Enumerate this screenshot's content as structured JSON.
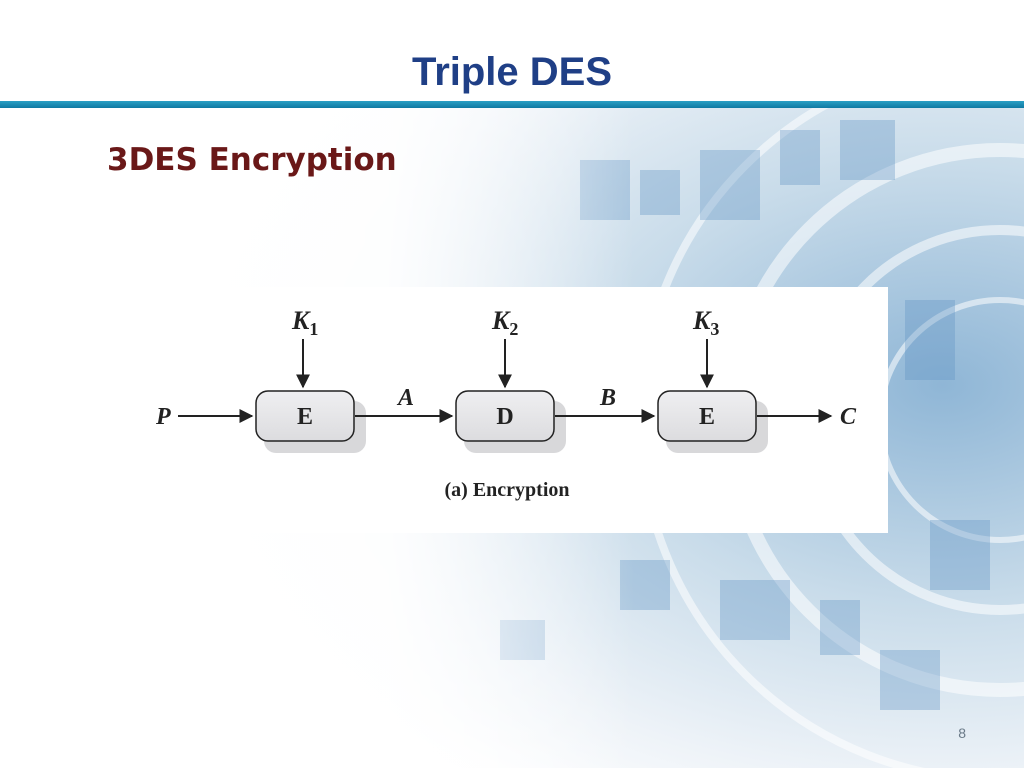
{
  "slide": {
    "title": "Triple DES",
    "subtitle": "3DES Encryption",
    "page_number": "8"
  },
  "diagram": {
    "input_label": "P",
    "output_label": "C",
    "stages": [
      {
        "box": "E",
        "key_main": "K",
        "key_sub": "1"
      },
      {
        "box": "D",
        "key_main": "K",
        "key_sub": "2"
      },
      {
        "box": "E",
        "key_main": "K",
        "key_sub": "3"
      }
    ],
    "intermediates": [
      "A",
      "B"
    ],
    "caption": "(a) Encryption"
  },
  "colors": {
    "title": "#1f3f86",
    "subtitle": "#6a1818",
    "rule": "#1a8db5",
    "box_fill": "#e6e6e8"
  }
}
